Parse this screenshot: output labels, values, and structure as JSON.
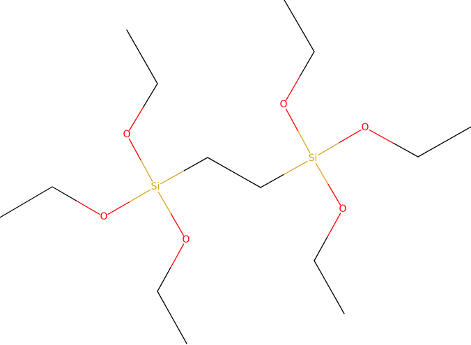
{
  "molecule": {
    "colors": {
      "carbon": "#000000",
      "oxygen": "#ff0000",
      "silicon": "#daa520"
    },
    "atoms": [
      {
        "id": "si1",
        "element": "Si",
        "label": "Si"
      },
      {
        "id": "si2",
        "element": "Si",
        "label": "Si"
      },
      {
        "id": "o1",
        "element": "O",
        "label": "O"
      },
      {
        "id": "o2",
        "element": "O",
        "label": "O"
      },
      {
        "id": "o3",
        "element": "O",
        "label": "O"
      },
      {
        "id": "o4",
        "element": "O",
        "label": "O"
      },
      {
        "id": "o5",
        "element": "O",
        "label": "O"
      },
      {
        "id": "o6",
        "element": "O",
        "label": "O"
      }
    ]
  }
}
